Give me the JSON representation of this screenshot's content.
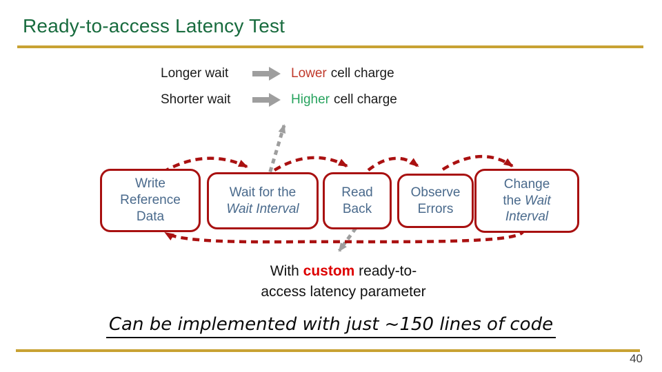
{
  "slide": {
    "title": "Ready-to-access Latency Test",
    "page_number": "40"
  },
  "colors": {
    "title_green": "#186B3E",
    "gold_rule": "#C8A233",
    "box_border": "#A81010",
    "box_text": "#4A6A8C",
    "loop_arc_red": "#AA1111",
    "gray_arrow": "#9E9E9E",
    "lower_red": "#C0392B",
    "higher_green": "#27A35E",
    "custom_red": "#DD0000"
  },
  "legend": {
    "rows": [
      {
        "label": "Longer wait",
        "highlight": "Lower",
        "rest": "cell charge"
      },
      {
        "label": "Shorter wait",
        "highlight": "Higher",
        "rest": "cell charge"
      }
    ]
  },
  "flow": {
    "boxes": [
      {
        "name": "write-reference-data",
        "lines": [
          [
            {
              "text": "Write"
            }
          ],
          [
            {
              "text": "Reference"
            }
          ],
          [
            {
              "text": "Data"
            }
          ]
        ]
      },
      {
        "name": "wait-for-wait-interval",
        "lines": [
          [
            {
              "text": "Wait for the"
            }
          ],
          [
            {
              "text": "Wait Interval",
              "italic": true
            }
          ]
        ]
      },
      {
        "name": "read-back",
        "lines": [
          [
            {
              "text": "Read"
            }
          ],
          [
            {
              "text": "Back"
            }
          ]
        ]
      },
      {
        "name": "observe-errors",
        "lines": [
          [
            {
              "text": "Observe"
            }
          ],
          [
            {
              "text": "Errors"
            }
          ]
        ]
      },
      {
        "name": "change-wait-interval",
        "lines": [
          [
            {
              "text": "Change"
            }
          ],
          [
            {
              "text": "the "
            },
            {
              "text": "Wait",
              "italic": true
            }
          ],
          [
            {
              "text": "Interval",
              "italic": true
            }
          ]
        ]
      }
    ]
  },
  "caption": {
    "line1": [
      {
        "text": "With "
      },
      {
        "text": "custom",
        "bold": true
      },
      {
        "text": " ready-to-"
      }
    ],
    "line2": "access latency parameter"
  },
  "footnote": "Can be implemented with just ~150 lines of code"
}
